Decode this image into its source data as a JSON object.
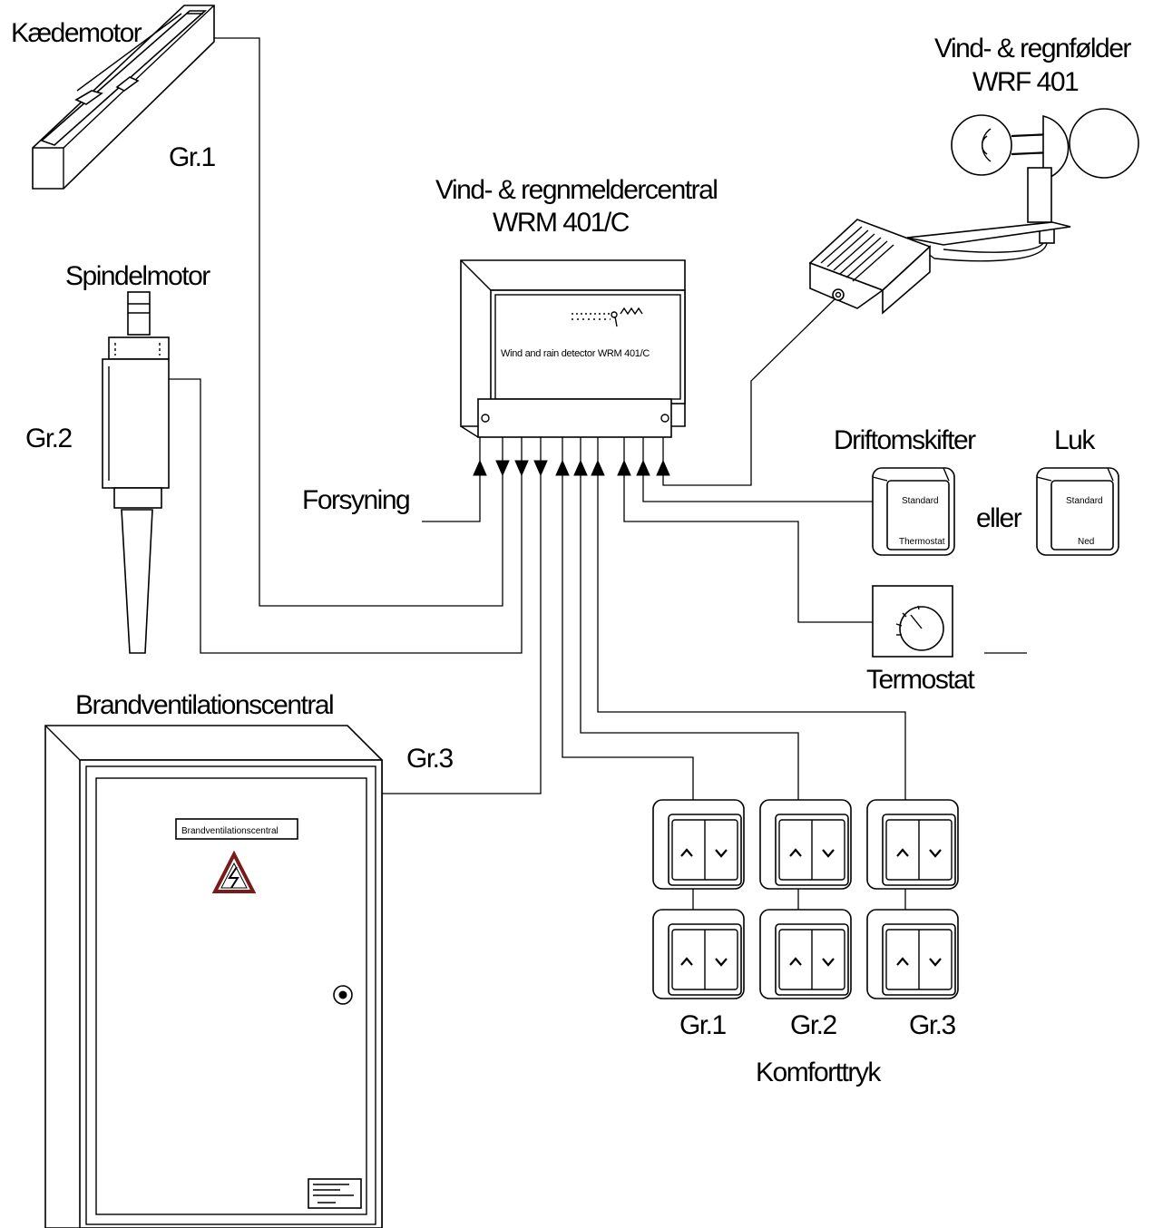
{
  "labels": {
    "kaedemotor": "Kædemotor",
    "gr1_top": "Gr.1",
    "spindelmotor": "Spindelmotor",
    "gr2_left": "Gr.2",
    "central_title_line1": "Vind- & regnmeldercentral",
    "central_title_line2": "WRM 401/C",
    "central_panel_text": "Wind and rain detector WRM 401/C",
    "sensor_title_line1": "Vind- & regnfølder",
    "sensor_title_line2": "WRF 401",
    "forsyning": "Forsyning",
    "driftomskifter": "Driftomskifter",
    "luk": "Luk",
    "eller": "eller",
    "switch1_top": "Standard",
    "switch1_bottom": "Thermostat",
    "switch2_top": "Standard",
    "switch2_bottom": "Ned",
    "termostat": "Termostat",
    "brandventilationscentral": "Brandventilationscentral",
    "cabinet_nameplate": "Brandventilationscentral",
    "gr3_left": "Gr.3",
    "komfort_gr1": "Gr.1",
    "komfort_gr2": "Gr.2",
    "komfort_gr3": "Gr.3",
    "komforttryk": "Komforttryk"
  },
  "icons": {
    "warning": "high-voltage-warning-icon",
    "up": "chevron-up-icon",
    "down": "chevron-down-icon"
  }
}
